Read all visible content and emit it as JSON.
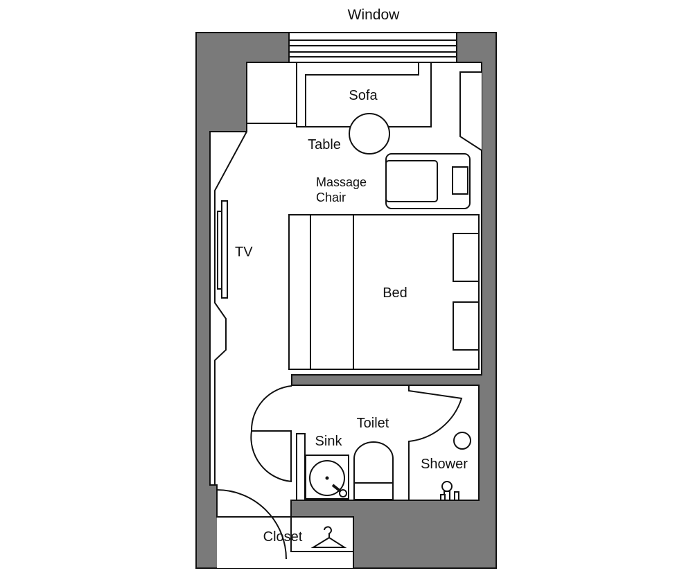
{
  "labels": {
    "window": "Window",
    "sofa": "Sofa",
    "table": "Table",
    "massage_chair_line1": "Massage",
    "massage_chair_line2": "Chair",
    "tv": "TV",
    "bed": "Bed",
    "toilet": "Toilet",
    "sink": "Sink",
    "shower": "Shower",
    "closet": "Closet"
  },
  "colors": {
    "wall": "#7a7a7a",
    "line": "#111111",
    "floor": "#ffffff"
  }
}
